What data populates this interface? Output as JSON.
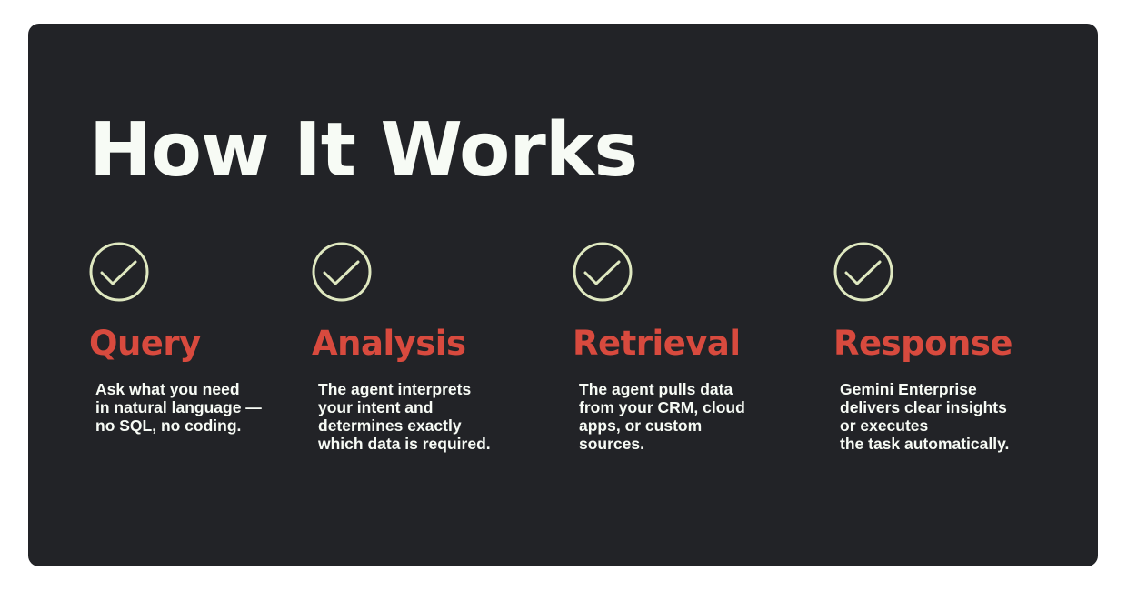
{
  "page": {
    "title": "How It Works"
  },
  "colors": {
    "card_background": "#222327",
    "title_text": "#f7fbf5",
    "step_title": "#d84a3e",
    "check_icon": "#dfe8c0",
    "body_text": "#f7fbf5"
  },
  "steps": [
    {
      "icon": "check-circle-icon",
      "title": "Query",
      "description": "Ask what you need\nin natural language —\nno SQL, no coding."
    },
    {
      "icon": "check-circle-icon",
      "title": "Analysis",
      "description": "The agent interprets\nyour intent and\ndetermines exactly\nwhich data is required."
    },
    {
      "icon": "check-circle-icon",
      "title": "Retrieval",
      "description": "The agent pulls data\nfrom your CRM, cloud\napps, or custom\nsources."
    },
    {
      "icon": "check-circle-icon",
      "title": "Response",
      "description": "Gemini Enterprise\ndelivers clear insights\nor executes\nthe task automatically."
    }
  ]
}
